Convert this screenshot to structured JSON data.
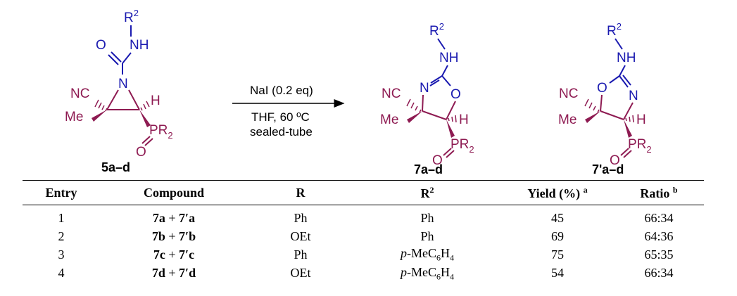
{
  "scheme": {
    "atoms": {
      "r2": "R",
      "r2_sup": "2",
      "nh": "NH",
      "o": "O",
      "n": "N",
      "nc": "NC",
      "me": "Me",
      "h": "H",
      "pr2": "PR",
      "pr2_sub": "2"
    },
    "start_label": "5a–d",
    "product1_label": "7a–d",
    "product2_label": "7'a–d",
    "conditions": {
      "reagent": "NaI (0.2 eq)",
      "solvent": "THF, 60 ºC",
      "vessel": "sealed-tube"
    }
  },
  "table": {
    "headers": {
      "entry": "Entry",
      "compound": "Compound",
      "r": "R",
      "r2": "R",
      "r2_sup": "2",
      "yield": "Yield (%)",
      "yield_note": "a",
      "ratio": "Ratio",
      "ratio_note": "b"
    },
    "rows": [
      {
        "entry": "1",
        "c1": "7a",
        "plus": " + ",
        "c2": "7′a",
        "r": "Ph",
        "r2": "Ph",
        "yield": "45",
        "ratio": "66:34"
      },
      {
        "entry": "2",
        "c1": "7b",
        "plus": " + ",
        "c2": "7′b",
        "r": "OEt",
        "r2": "Ph",
        "yield": "69",
        "ratio": "64:36"
      },
      {
        "entry": "3",
        "c1": "7c",
        "plus": " + ",
        "c2": "7′c",
        "r": "Ph",
        "r2_p": "p",
        "r2_a": "-MeC",
        "r2_sub1": "6",
        "r2_b": "H",
        "r2_sub2": "4",
        "yield": "75",
        "ratio": "65:35"
      },
      {
        "entry": "4",
        "c1": "7d",
        "plus": " + ",
        "c2": "7′d",
        "r": "OEt",
        "r2_p": "p",
        "r2_a": "-MeC",
        "r2_sub1": "6",
        "r2_b": "H",
        "r2_sub2": "4",
        "yield": "54",
        "ratio": "66:34"
      }
    ]
  },
  "colors": {
    "blue": "#1a1ab0",
    "maroon": "#8e1b52",
    "black": "#000000"
  }
}
